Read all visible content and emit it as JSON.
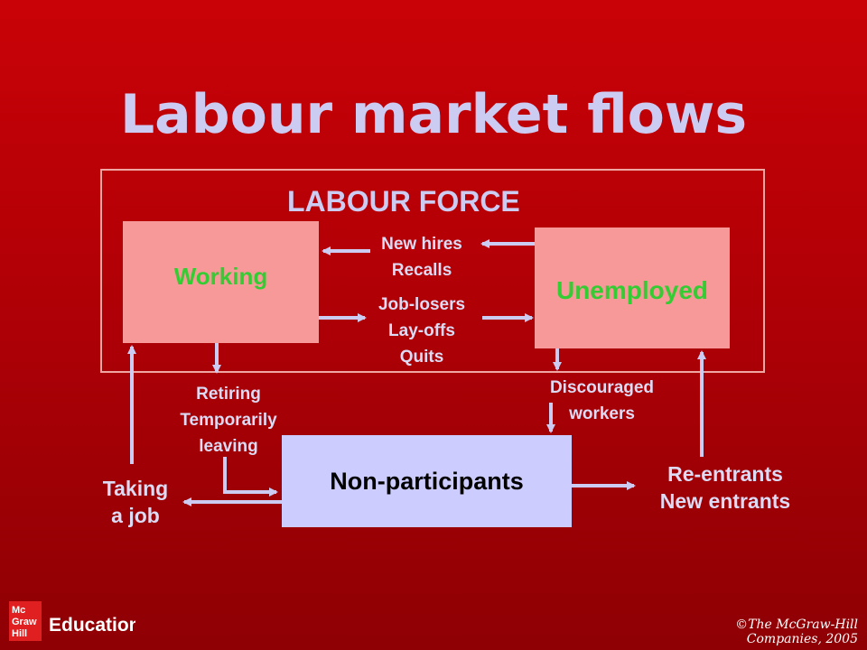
{
  "title": "Labour market flows",
  "labour_force_label": "LABOUR FORCE",
  "boxes": {
    "working": "Working",
    "unemployed": "Unemployed",
    "non_participants": "Non-participants"
  },
  "flows": {
    "hires": [
      "New hires",
      "Recalls"
    ],
    "separations": [
      "Job-losers",
      "Lay-offs",
      "Quits"
    ],
    "retiring": [
      "Retiring",
      "Temporarily",
      "leaving"
    ],
    "discouraged": [
      "Discouraged",
      "workers"
    ],
    "taking_job": [
      "Taking",
      "a job"
    ],
    "entrants": [
      "Re-entrants",
      "New entrants"
    ]
  },
  "footer": {
    "logo_lines": [
      "Mc",
      "Graw",
      "Hill"
    ],
    "brand": "Education",
    "copyright": "©The McGraw-Hill Companies, 2005"
  },
  "colors": {
    "background": "#b00006",
    "title": "#cccbf2",
    "box_pink": "#f79999",
    "box_lavender": "#ccccff",
    "green_text": "#33cc33",
    "arrows": "#cccbf2",
    "frame": "#f0a7a4"
  }
}
